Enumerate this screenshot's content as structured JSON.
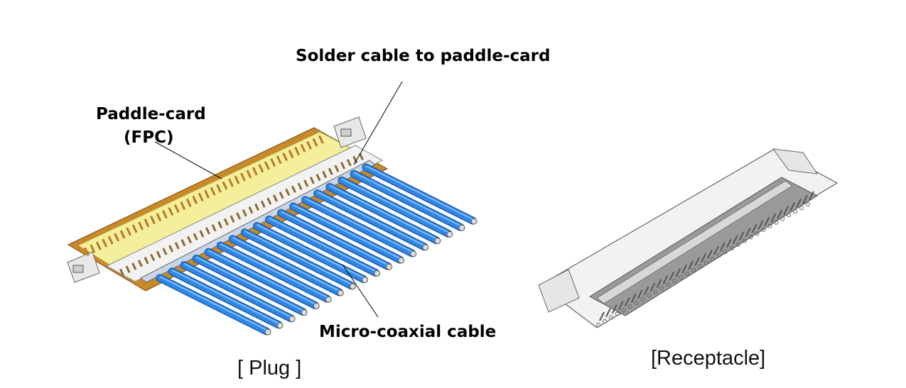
{
  "labels": {
    "solder": "Solder cable to paddle-card",
    "paddle_line1": "Paddle-card",
    "paddle_line2": "(FPC)",
    "coax": "Micro-coaxial cable"
  },
  "captions": {
    "plug": "[ Plug ]",
    "receptacle": "[Receptacle]"
  },
  "colors": {
    "fpc_yellow": "#f4ef9a",
    "fpc_copper": "#c8892a",
    "cable_blue": "#2f86e6",
    "cable_edge": "#1c5fb0",
    "metal_gray": "#8a8a8a",
    "shell": "#e6e6e6"
  }
}
